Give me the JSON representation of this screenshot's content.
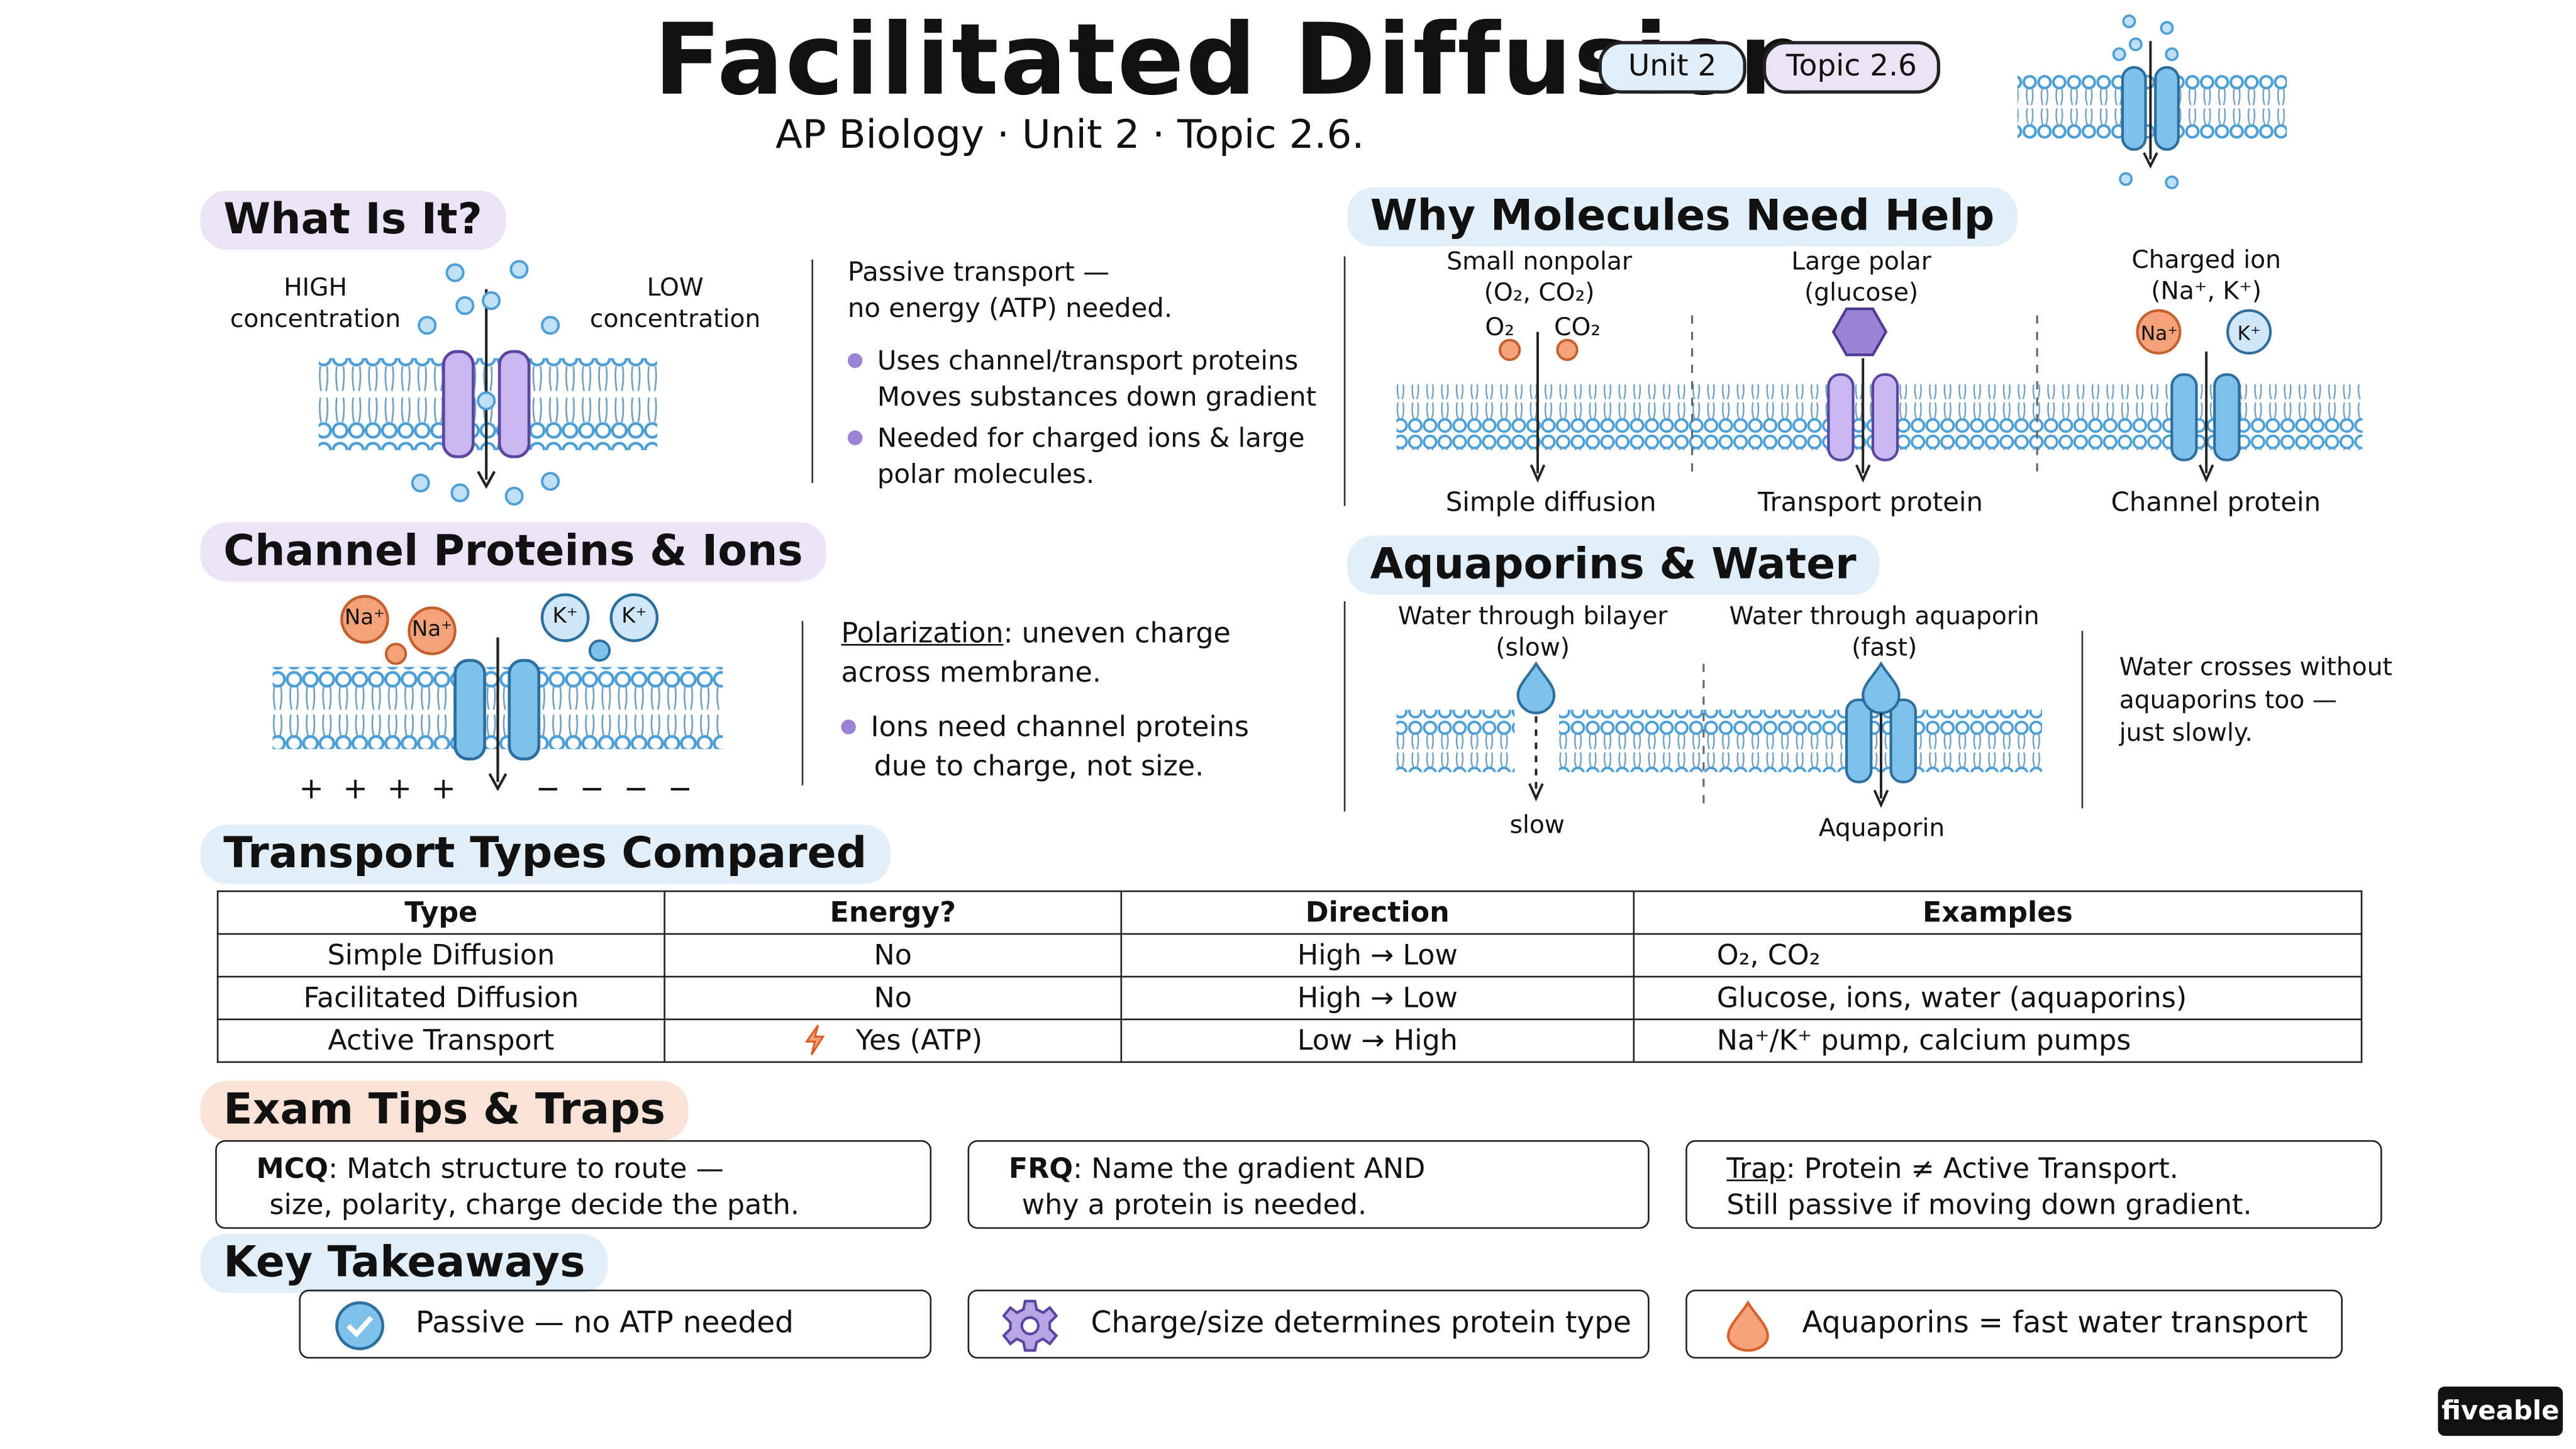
{
  "header": {
    "title": "Facilitated Diffusion",
    "subtitle": "AP Biology · Unit 2 · Topic 2.6.",
    "pills": [
      "Unit 2",
      "Topic 2.6"
    ]
  },
  "what_is_it": {
    "heading": "What Is It?",
    "high_label": [
      "HIGH",
      "concentration"
    ],
    "low_label": [
      "LOW",
      "concentration"
    ],
    "text_lines": [
      "Passive transport —",
      "no energy (ATP) needed."
    ],
    "bullets": [
      [
        "Uses channel/transport proteins",
        "Moves substances down gradient"
      ],
      [
        "Needed for charged ions & large",
        "polar molecules."
      ]
    ]
  },
  "why_help": {
    "heading": "Why Molecules Need Help",
    "columns": [
      {
        "label": [
          "Small nonpolar",
          "(O₂, CO₂)"
        ],
        "caption": "Simple diffusion",
        "molecules": [
          "O₂",
          "CO₂"
        ]
      },
      {
        "label": [
          "Large polar",
          "(glucose)"
        ],
        "caption": "Transport protein"
      },
      {
        "label": [
          "Charged ion",
          "(Na⁺, K⁺)"
        ],
        "caption": "Channel protein",
        "ions": [
          "Na⁺",
          "K⁺"
        ]
      }
    ]
  },
  "channel_proteins": {
    "heading": "Channel Proteins & Ions",
    "ions_left": [
      "Na⁺",
      "Na⁺"
    ],
    "ions_right": [
      "K⁺",
      "K⁺"
    ],
    "plus_signs": "+ + + +",
    "minus_signs": "− − − −",
    "polarization_term": "Polarization",
    "polarization_rest": ": uneven charge",
    "polarization_line2": "across membrane.",
    "bullet": [
      "Ions need channel proteins",
      "due to charge, not size."
    ]
  },
  "aquaporins": {
    "heading": "Aquaporins & Water",
    "left_label": [
      "Water through bilayer",
      "(slow)"
    ],
    "right_label": [
      "Water through aquaporin",
      "(fast)"
    ],
    "left_caption": "slow",
    "right_caption": "Aquaporin",
    "note": [
      "Water crosses without",
      "aquaporins too —",
      "just slowly."
    ]
  },
  "transport_table": {
    "heading": "Transport Types Compared",
    "columns": [
      "Type",
      "Energy?",
      "Direction",
      "Examples"
    ],
    "rows": [
      [
        "Simple Diffusion",
        "No",
        "High → Low",
        "O₂, CO₂"
      ],
      [
        "Facilitated Diffusion",
        "No",
        "High → Low",
        "Glucose, ions, water (aquaporins)"
      ],
      [
        "Active Transport",
        "Yes (ATP)",
        "Low → High",
        "Na⁺/K⁺ pump, calcium pumps"
      ]
    ]
  },
  "exam_tips": {
    "heading": "Exam Tips & Traps",
    "tips": [
      {
        "label": "MCQ",
        "line1": ": Match structure to route —",
        "line2": "size, polarity, charge decide the path."
      },
      {
        "label": "FRQ",
        "line1": ": Name the gradient AND",
        "line2": "why a protein is needed."
      },
      {
        "label": "Trap",
        "line1": ": Protein ≠ Active Transport.",
        "line2": "Still passive if moving down gradient."
      }
    ]
  },
  "takeaways": {
    "heading": "Key Takeaways",
    "items": [
      {
        "icon": "check-circle-icon",
        "text": "Passive — no ATP needed"
      },
      {
        "icon": "gear-icon",
        "text": "Charge/size determines protein type"
      },
      {
        "icon": "water-drop-icon",
        "text": "Aquaporins = fast water transport"
      }
    ]
  },
  "brand": {
    "logo": "fiveable"
  },
  "colors": {
    "membrane_blue": "#5aa7d8",
    "protein_purple": "#b9a6e6",
    "protein_blue": "#7fc1ea",
    "ion_orange": "#f3a27a",
    "header_purple": "#ece3f7",
    "header_blue": "#e2eef8",
    "header_orange": "#fbe2d6"
  }
}
